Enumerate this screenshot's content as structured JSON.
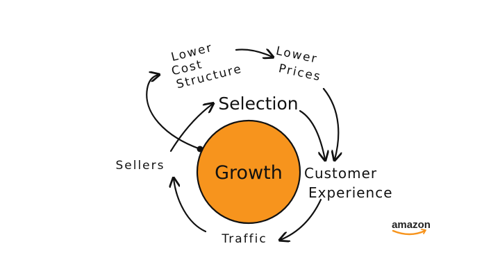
{
  "diagram": {
    "center_label": "Growth",
    "center_color": "#f7941d",
    "nodes": {
      "lower_cost_structure": [
        "Lower",
        "Cost",
        "Structure"
      ],
      "lower_prices": [
        "Lower",
        "Prices"
      ],
      "selection": "Selection",
      "customer_experience": [
        "Customer",
        "Experience"
      ],
      "traffic": "Traffic",
      "sellers": "Sellers"
    }
  },
  "logo": {
    "text": "amazon",
    "smile_color": "#f7941d"
  }
}
